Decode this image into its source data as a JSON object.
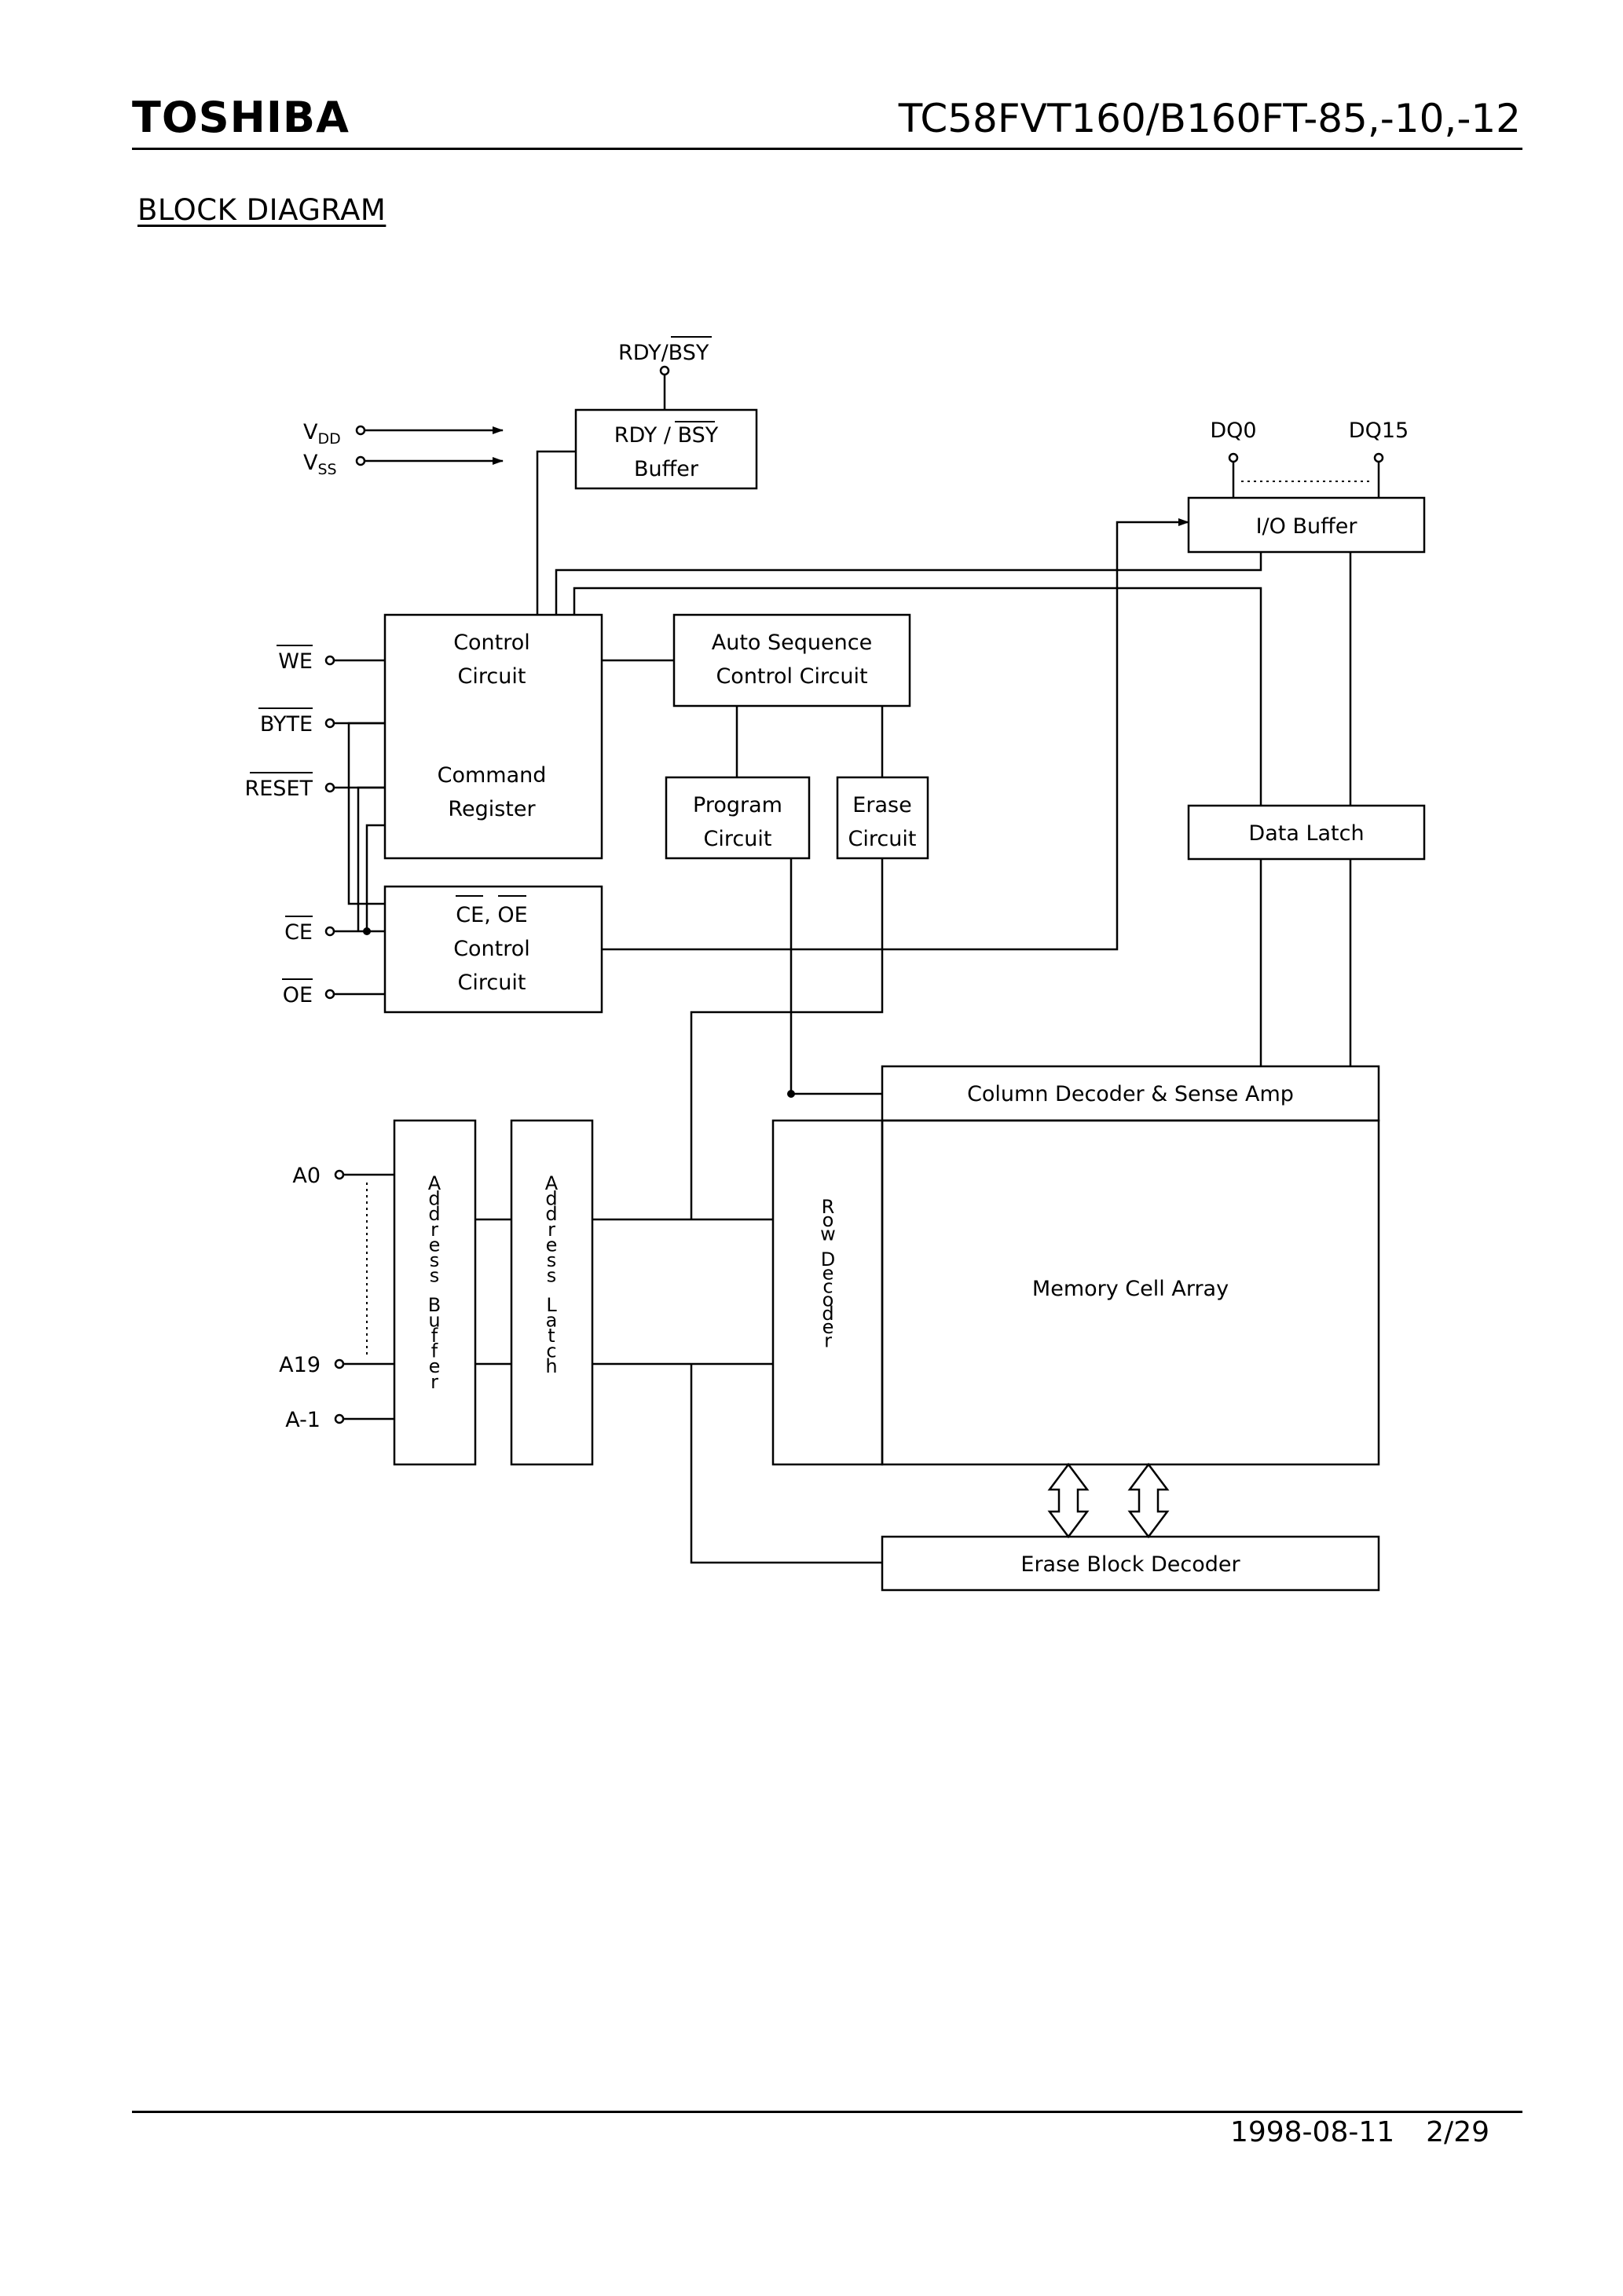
{
  "header": {
    "brand": "TOSHIBA",
    "part_number": "TC58FVT160/B160FT-85,-10,-12"
  },
  "section_title": "BLOCK DIAGRAM",
  "diagram": {
    "pins": {
      "rdy_bsy": "RDY/BSY",
      "vdd": "V",
      "vdd_sub": "DD",
      "vss": "V",
      "vss_sub": "SS",
      "we": "WE",
      "byte": "BYTE",
      "reset": "RESET",
      "ce": "CE",
      "oe": "OE",
      "a0": "A0",
      "a19": "A19",
      "a_minus1": "A-1",
      "dq0": "DQ0",
      "dq15": "DQ15"
    },
    "blocks": {
      "rdy_buffer_l1": "RDY / BSY",
      "rdy_buffer_l2": "Buffer",
      "control_l1": "Control",
      "control_l2": "Circuit",
      "command_l1": "Command",
      "command_l2": "Register",
      "auto_seq_l1": "Auto Sequence",
      "auto_seq_l2": "Control Circuit",
      "program_l1": "Program",
      "program_l2": "Circuit",
      "erase_l1": "Erase",
      "erase_l2": "Circuit",
      "ceoe_l1_ce": "CE",
      "ceoe_l1_sep": ", ",
      "ceoe_l1_oe": "OE",
      "ceoe_l2": "Control",
      "ceoe_l3": "Circuit",
      "io_buffer": "I/O Buffer",
      "data_latch": "Data Latch",
      "column_decoder": "Column Decoder & Sense Amp",
      "memory_array": "Memory Cell Array",
      "erase_block_decoder": "Erase Block Decoder",
      "address_buffer": "Address Buffer",
      "address_latch": "Address Latch",
      "row_decoder": "Row Decoder"
    }
  },
  "footer": {
    "date": "1998-08-11",
    "page": "2/29"
  }
}
